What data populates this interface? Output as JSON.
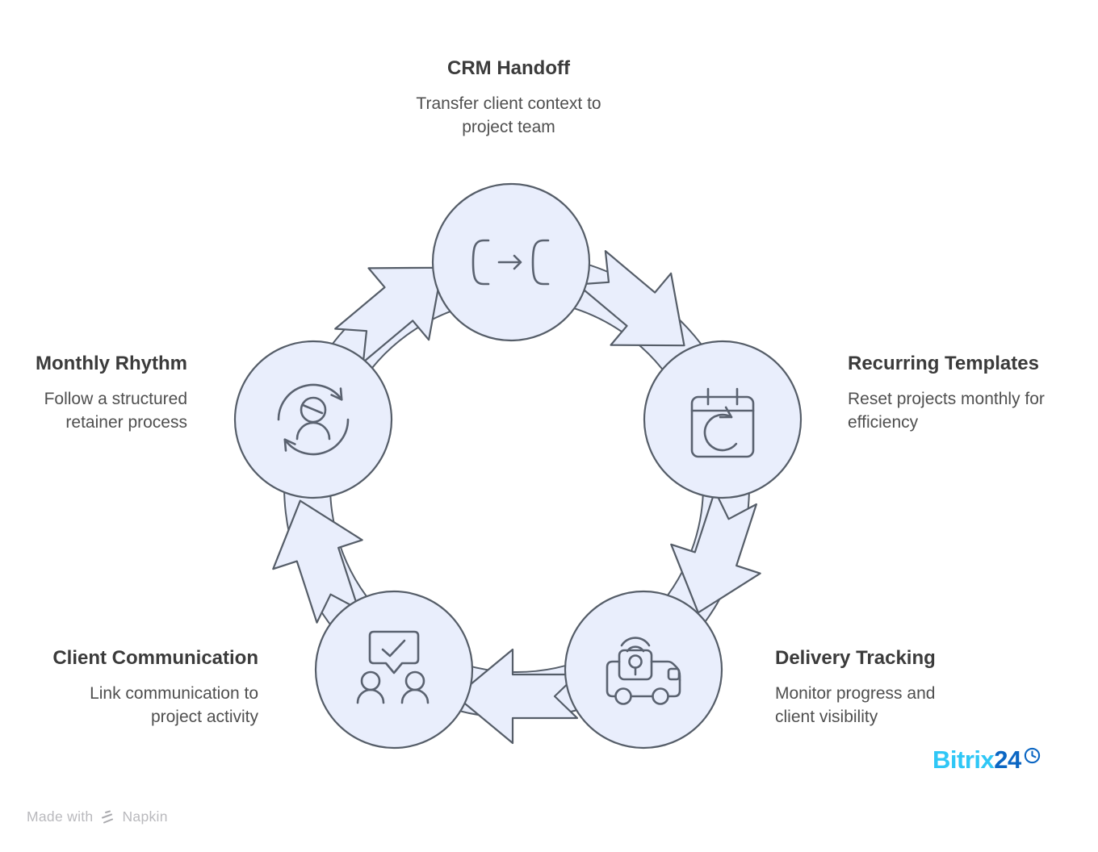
{
  "diagram": {
    "flow_direction": "clockwise",
    "nodes": [
      {
        "id": "crm-handoff",
        "title": "CRM Handoff",
        "desc_line1": "Transfer client context to",
        "desc_line2": "project team",
        "icon": "phone-transfer-icon"
      },
      {
        "id": "recurring-templates",
        "title": "Recurring Templates",
        "desc_line1": "Reset projects monthly for",
        "desc_line2": "efficiency",
        "icon": "calendar-refresh-icon"
      },
      {
        "id": "delivery-tracking",
        "title": "Delivery Tracking",
        "desc_line1": "Monitor progress and",
        "desc_line2": "client visibility",
        "icon": "delivery-truck-tracking-icon"
      },
      {
        "id": "client-communication",
        "title": "Client Communication",
        "desc_line1": "Link communication to",
        "desc_line2": "project activity",
        "icon": "chat-approval-people-icon"
      },
      {
        "id": "monthly-rhythm",
        "title": "Monthly Rhythm",
        "desc_line1": "Follow a structured",
        "desc_line2": "retainer process",
        "icon": "person-cycle-icon"
      }
    ],
    "colors": {
      "node_fill": "#e9eefc",
      "node_stroke": "#555d68",
      "icon_stroke": "#5a6270",
      "title_text": "#3b3b3b",
      "desc_text": "#4f4f4f"
    }
  },
  "branding": {
    "logo_part1": "Bitrix",
    "logo_part2": "24",
    "logo_color_light": "#2fc7f6",
    "logo_color_dark": "#0b66c3",
    "clock_icon": "clock-icon"
  },
  "footer": {
    "made_with": "Made with",
    "brand": "Napkin",
    "text_color": "#b9b9bd",
    "napkin_icon": "napkin-logo-icon"
  }
}
